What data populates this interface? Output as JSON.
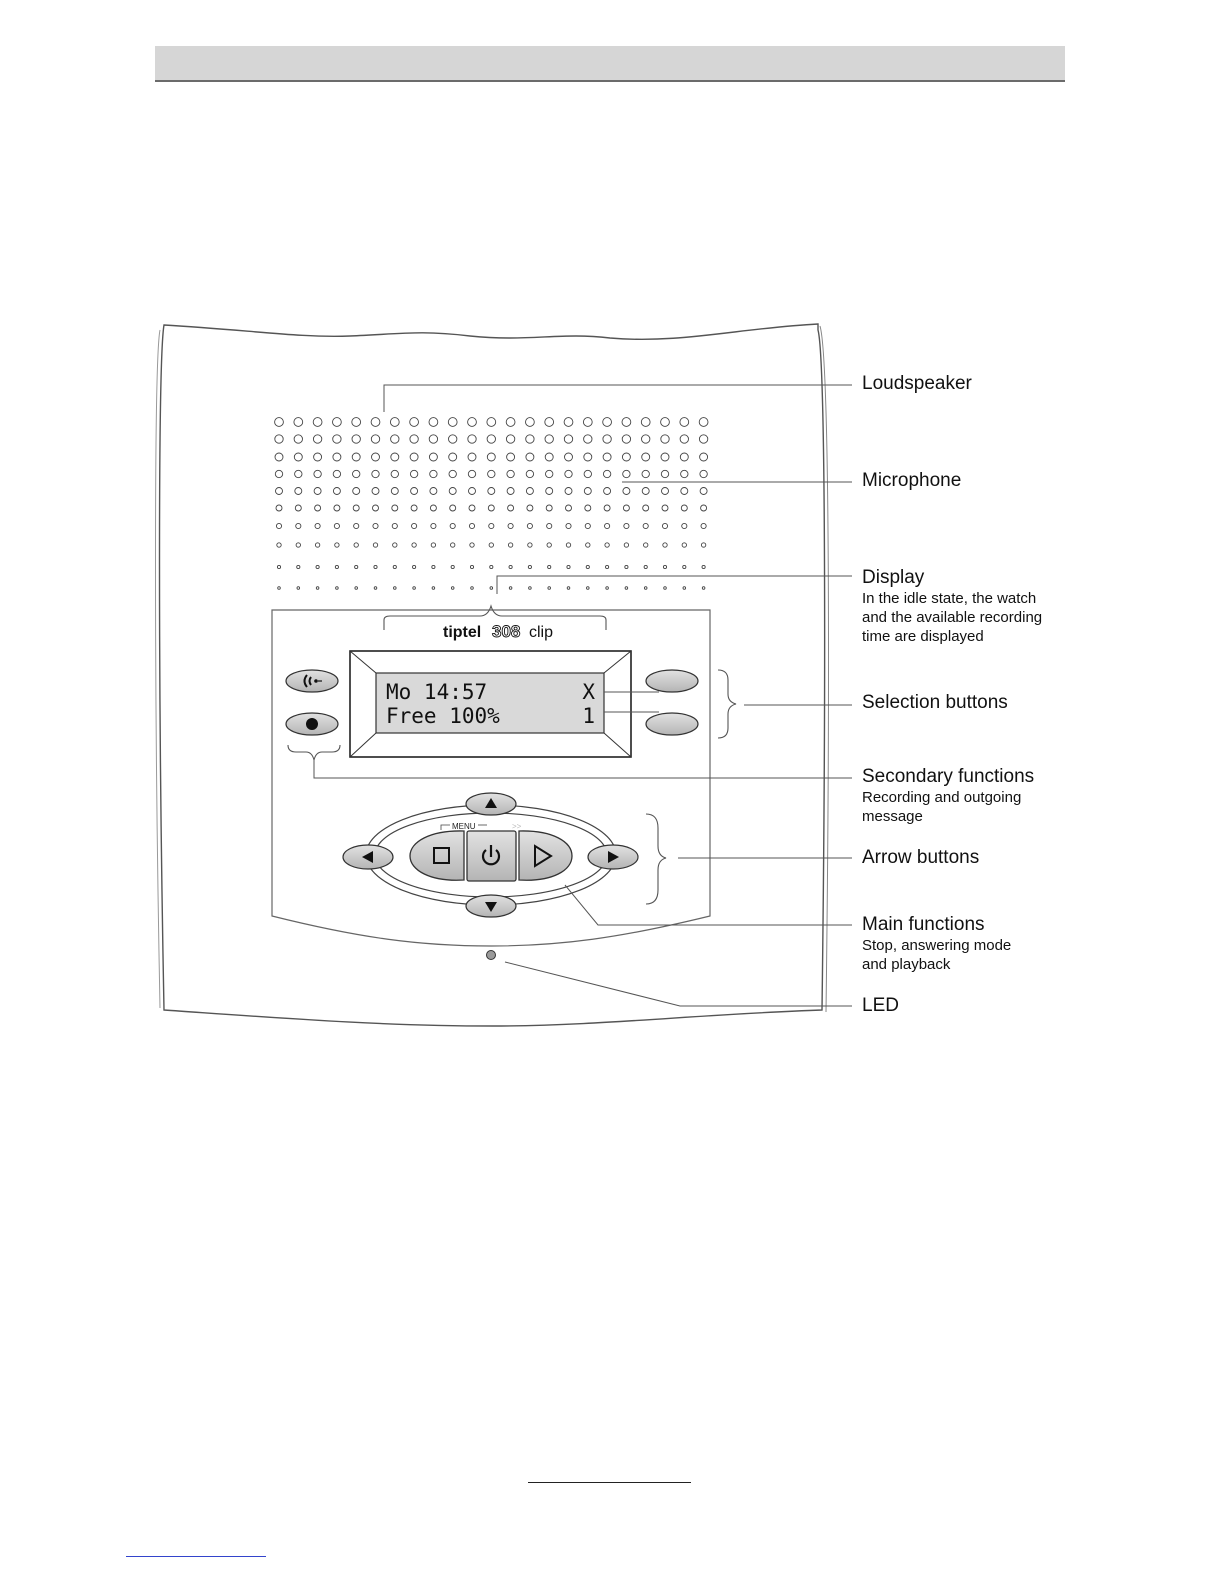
{
  "device": {
    "brand": "tiptel",
    "model": "308",
    "variant": "clip",
    "display": {
      "line1_left": "Mo 14:57",
      "line1_right": "X",
      "line2_left": "Free 100%",
      "line2_right": "1"
    },
    "menu_label": "MENU",
    "forward_label": ">>"
  },
  "callouts": {
    "loudspeaker": {
      "title": "Loudspeaker"
    },
    "microphone": {
      "title": "Microphone"
    },
    "display": {
      "title": "Display",
      "line1": "In the idle state, the watch",
      "line2": "and the available recording",
      "line3": "time are displayed"
    },
    "selection": {
      "title": "Selection buttons"
    },
    "secondary": {
      "title": "Secondary functions",
      "line1": "Recording and outgoing",
      "line2": "message"
    },
    "arrows": {
      "title": "Arrow buttons"
    },
    "main": {
      "title": "Main functions",
      "line1": "Stop, answering mode",
      "line2": "and playback"
    },
    "led": {
      "title": "LED"
    }
  },
  "icons": [
    "outgoing-message-icon",
    "record-icon",
    "stop-icon",
    "power-icon",
    "play-icon",
    "arrow-up-icon",
    "arrow-down-icon",
    "arrow-left-icon",
    "arrow-right-icon"
  ],
  "colors": {
    "button_fill": "#c8c8c8",
    "lcd_fill": "#d8d8d8",
    "header_bar": "#d6d6d6",
    "led": "#9a9a9a"
  }
}
